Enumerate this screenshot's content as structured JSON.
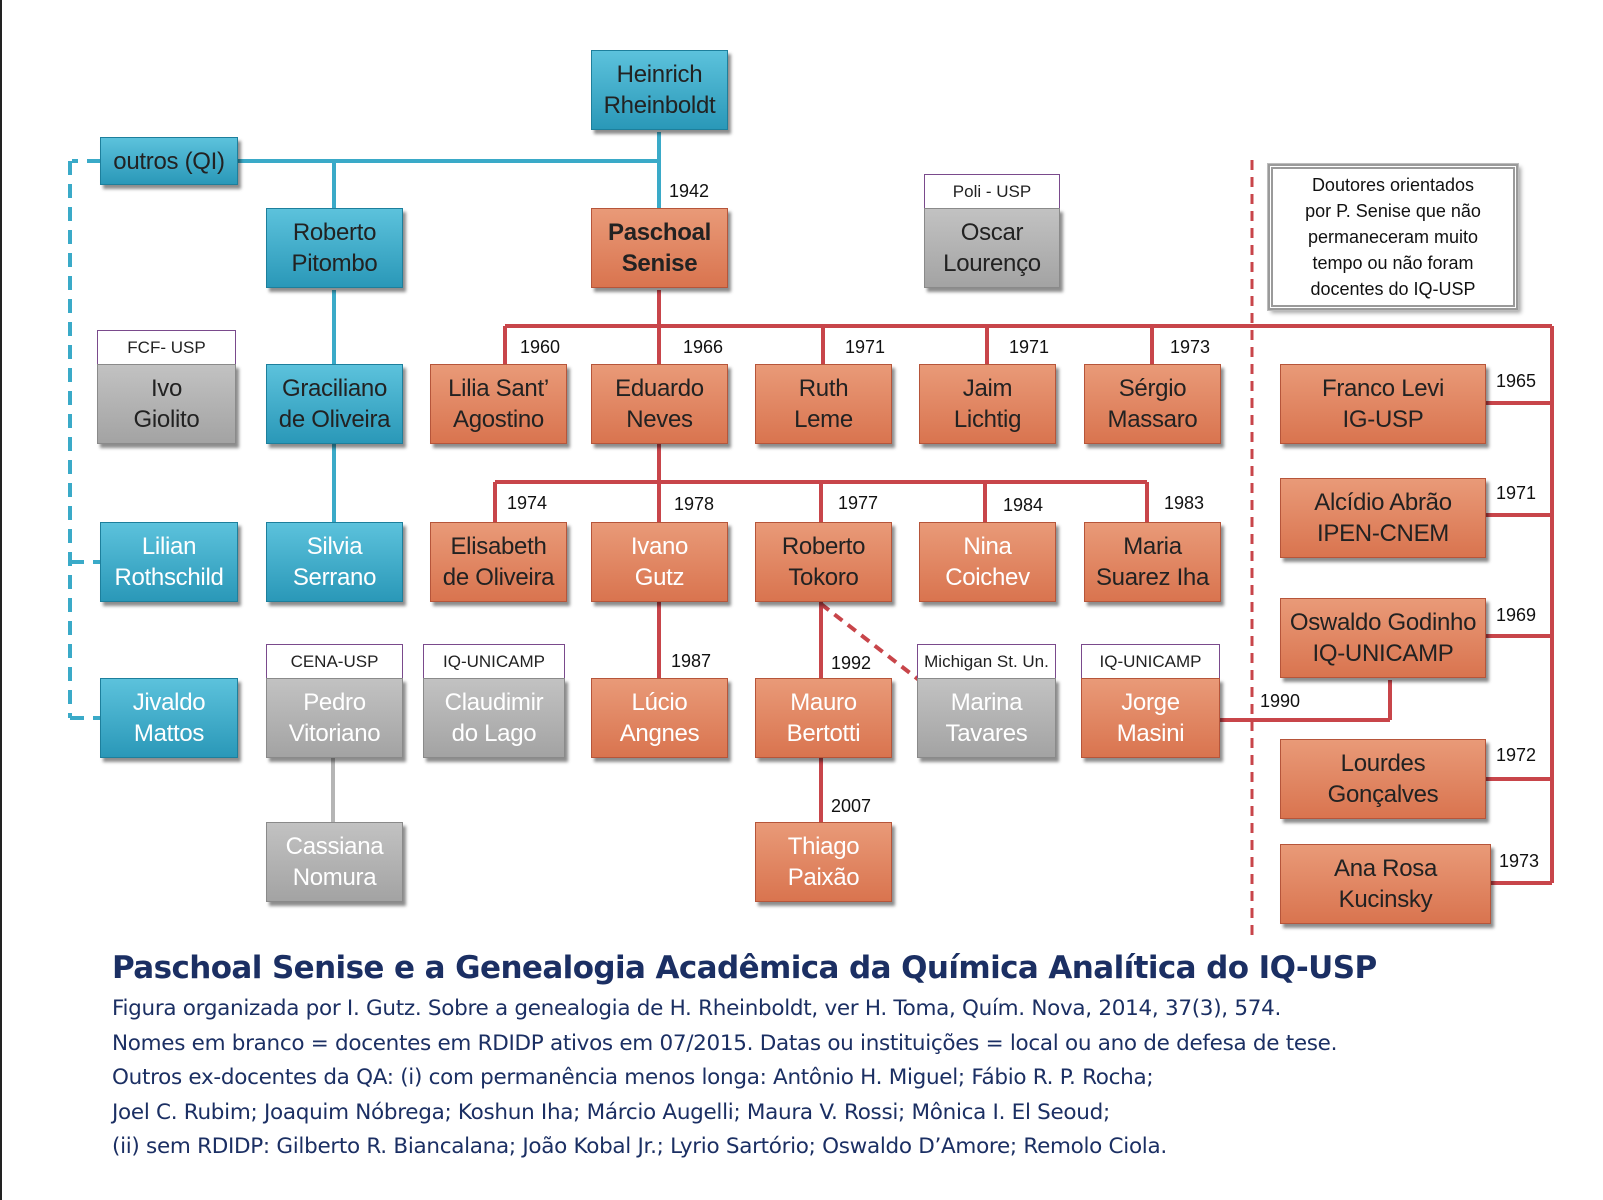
{
  "nodes": {
    "rheinboldt": {
      "label": "Heinrich\nRheinboldt"
    },
    "outros": {
      "label": "outros (QI)"
    },
    "pitombo": {
      "label": "Roberto\nPitombo"
    },
    "senise": {
      "label": "Paschoal\nSenise"
    },
    "lourenco": {
      "label": "Oscar\nLourenço",
      "tag": "Poli - USP"
    },
    "giolito": {
      "label": "Ivo\nGiolito",
      "tag": "FCF- USP"
    },
    "graciliano": {
      "label": "Graciliano\nde Oliveira"
    },
    "lilia": {
      "label": "Lilia Sant’\nAgostino",
      "year": "1960"
    },
    "eduardo": {
      "label": "Eduardo\nNeves",
      "year": "1966"
    },
    "ruth": {
      "label": "Ruth\nLeme",
      "year": "1971"
    },
    "jaim": {
      "label": "Jaim\nLichtig",
      "year": "1971"
    },
    "sergio": {
      "label": "Sérgio\nMassaro",
      "year": "1973"
    },
    "lilian": {
      "label": "Lilian\nRothschild"
    },
    "silvia": {
      "label": "Silvia\nSerrano"
    },
    "elisabeth": {
      "label": "Elisabeth\nde Oliveira",
      "year": "1974"
    },
    "ivano": {
      "label": "Ivano\nGutz",
      "year": "1978"
    },
    "tokoro": {
      "label": "Roberto\nTokoro",
      "year": "1977"
    },
    "nina": {
      "label": "Nina\nCoichev",
      "year": "1984"
    },
    "maria": {
      "label": "Maria\nSuarez Iha",
      "year": "1983"
    },
    "jivaldo": {
      "label": "Jivaldo\nMattos"
    },
    "pedro": {
      "label": "Pedro\nVitoriano",
      "tag": "CENA-USP"
    },
    "claudimir": {
      "label": "Claudimir\ndo Lago",
      "tag": "IQ-UNICAMP"
    },
    "lucio": {
      "label": "Lúcio\nAngnes",
      "year": "1987"
    },
    "mauro": {
      "label": "Mauro\nBertotti",
      "year": "1992"
    },
    "marina": {
      "label": "Marina\nTavares",
      "tag": "Michigan St. Un."
    },
    "jorge": {
      "label": "Jorge\nMasini",
      "tag": "IQ-UNICAMP",
      "year": "1990"
    },
    "cassiana": {
      "label": "Cassiana\nNomura"
    },
    "thiago": {
      "label": "Thiago\nPaixão",
      "year": "2007"
    },
    "franco": {
      "label": "Franco Levi\nIG-USP",
      "year": "1965"
    },
    "alcidio": {
      "label": "Alcídio Abrão\nIPEN-CNEM",
      "year": "1971"
    },
    "godinho": {
      "label": "Oswaldo Godinho\nIQ-UNICAMP",
      "year": "1969"
    },
    "lourdes": {
      "label": "Lourdes\nGonçalves",
      "year": "1972"
    },
    "anarosa": {
      "label": "Ana Rosa\nKucinsky",
      "year": "1973"
    }
  },
  "senise_year": "1942",
  "note": "Doutores orientados\npor P. Senise que não\npermaneceram muito\ntempo ou não foram\ndocentes do IQ-USP",
  "colors": {
    "blue": "#2fa3c4",
    "orange": "#dc7f5a",
    "gray": "#ababab",
    "red_line": "#c8454a",
    "blue_line": "#3aaac8",
    "gray_line": "#b5b5b5",
    "title": "#1b2f63"
  },
  "caption": {
    "title": "Paschoal Senise e a Genealogia Acadêmica da Química Analítica do IQ-USP",
    "lines": [
      "Figura organizada por I. Gutz. Sobre a genealogia de H. Rheinboldt, ver H. Toma, Quím. Nova, 2014, 37(3), 574.",
      "Nomes em branco = docentes em RDIDP ativos em 07/2015. Datas ou instituições =  local ou ano de defesa de tese.",
      "Outros ex-docentes da QA: (i) com permanência menos longa:  Antônio H. Miguel; Fábio R. P. Rocha;",
      "Joel C. Rubim; Joaquim Nóbrega; Koshun Iha; Márcio Augelli; Maura V. Rossi; Mônica I. El Seoud;",
      "(ii) sem RDIDP: Gilberto R. Biancalana; João Kobal Jr.; Lyrio Sartório; Oswaldo D’Amore; Remolo Ciola."
    ]
  }
}
